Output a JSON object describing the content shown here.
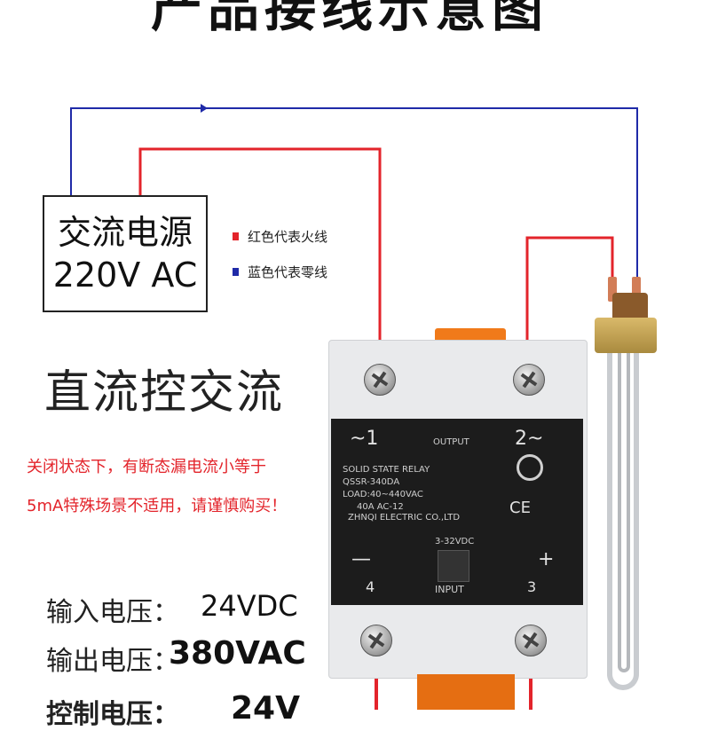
{
  "header": {
    "title": "产品接线示意图"
  },
  "power_box": {
    "line1": "交流电源",
    "line2": "220V AC"
  },
  "legend": {
    "items": [
      {
        "label": "红色代表火线",
        "color": "#e3242b"
      },
      {
        "label": "蓝色代表零线",
        "color": "#1f2aa8"
      }
    ]
  },
  "control_type": "直流控交流",
  "warning": {
    "line1": "关闭状态下，有断态漏电流小等于",
    "line2": "5mA特殊场景不适用，请谨慎购买！"
  },
  "specs": {
    "input_label": "输入电压：",
    "input_value": "24VDC",
    "output_label": "输出电压：",
    "output_value": "380VAC",
    "control_label": "控制电压：",
    "control_value": "24V"
  },
  "relay": {
    "term1": "~1",
    "term2": "2~",
    "output": "OUTPUT",
    "model_line1": "SOLID STATE RELAY",
    "model_line2": "QSSR-340DA",
    "model_line3": "LOAD:40~440VAC",
    "model_line4": "40A AC-12",
    "model_line5": "ZHNQI ELECTRIC CO.,LTD",
    "ce": "CE",
    "dc_range": "3-32VDC",
    "minus": "—",
    "plus": "+",
    "term4": "4",
    "term3": "3",
    "input": "INPUT"
  },
  "colors": {
    "live": "#e3242b",
    "neutral": "#1f2aa8"
  }
}
